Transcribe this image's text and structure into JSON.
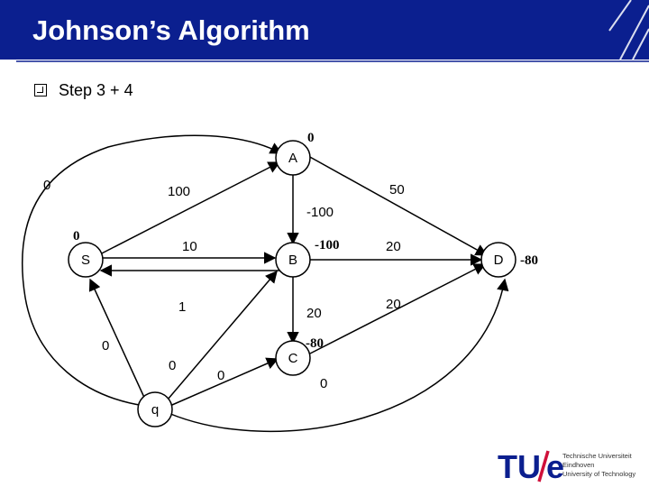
{
  "header": {
    "title": "Johnson’s Algorithm",
    "bar_color": "#0b1f8f"
  },
  "bullets": [
    {
      "text": "Step 3 + 4"
    }
  ],
  "graph": {
    "nodes": {
      "A": {
        "label": "A",
        "potential": "0"
      },
      "S": {
        "label": "S",
        "potential": "0"
      },
      "B": {
        "label": "B",
        "potential": "-100"
      },
      "C": {
        "label": "C",
        "potential": "-80"
      },
      "D": {
        "label": "D",
        "potential": "-80"
      },
      "q": {
        "label": "q"
      }
    },
    "edge_weights": {
      "q_A": "0",
      "S_A": "100",
      "A_D": "50",
      "A_B": "-100",
      "S_B": "10",
      "B_D": "20",
      "B_S": "1",
      "B_C": "20",
      "C_D": "20",
      "q_S": "0",
      "q_B": "0",
      "q_C": "0",
      "q_D": "0"
    }
  },
  "logo": {
    "mark": "TU/e",
    "lines": [
      "Technische Universiteit",
      "Eindhoven",
      "University of Technology"
    ],
    "mark_color": "#0b1f8f",
    "slash_color": "#d0103a"
  }
}
